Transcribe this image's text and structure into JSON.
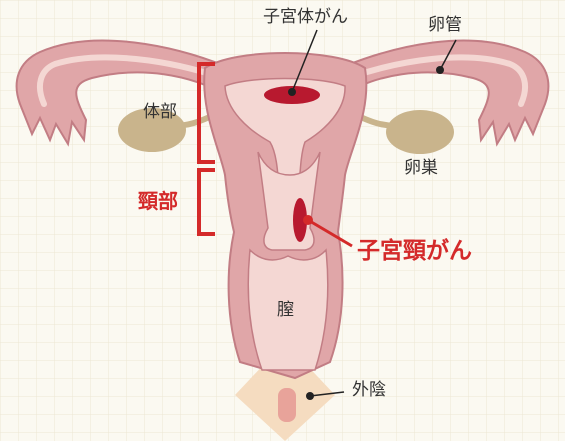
{
  "labels": {
    "uterine_body_cancer": "子宮体がん",
    "fallopian_tube": "卵管",
    "body": "体部",
    "ovary": "卵巣",
    "cervix": "頸部",
    "cervical_cancer": "子宮頸がん",
    "vagina": "膣",
    "vulva": "外陰"
  },
  "colors": {
    "background": "#fbf9f1",
    "grid": "#ece6d4",
    "organ_outer": "#e0a6a8",
    "organ_inner": "#f4d7d3",
    "organ_line": "#c27d84",
    "ovary": "#c9b48c",
    "tumor": "#b8192f",
    "bracket": "#d42a2a",
    "vulva_bg": "#f5dcc0",
    "text": "#333333",
    "accent": "#d42a2a"
  }
}
